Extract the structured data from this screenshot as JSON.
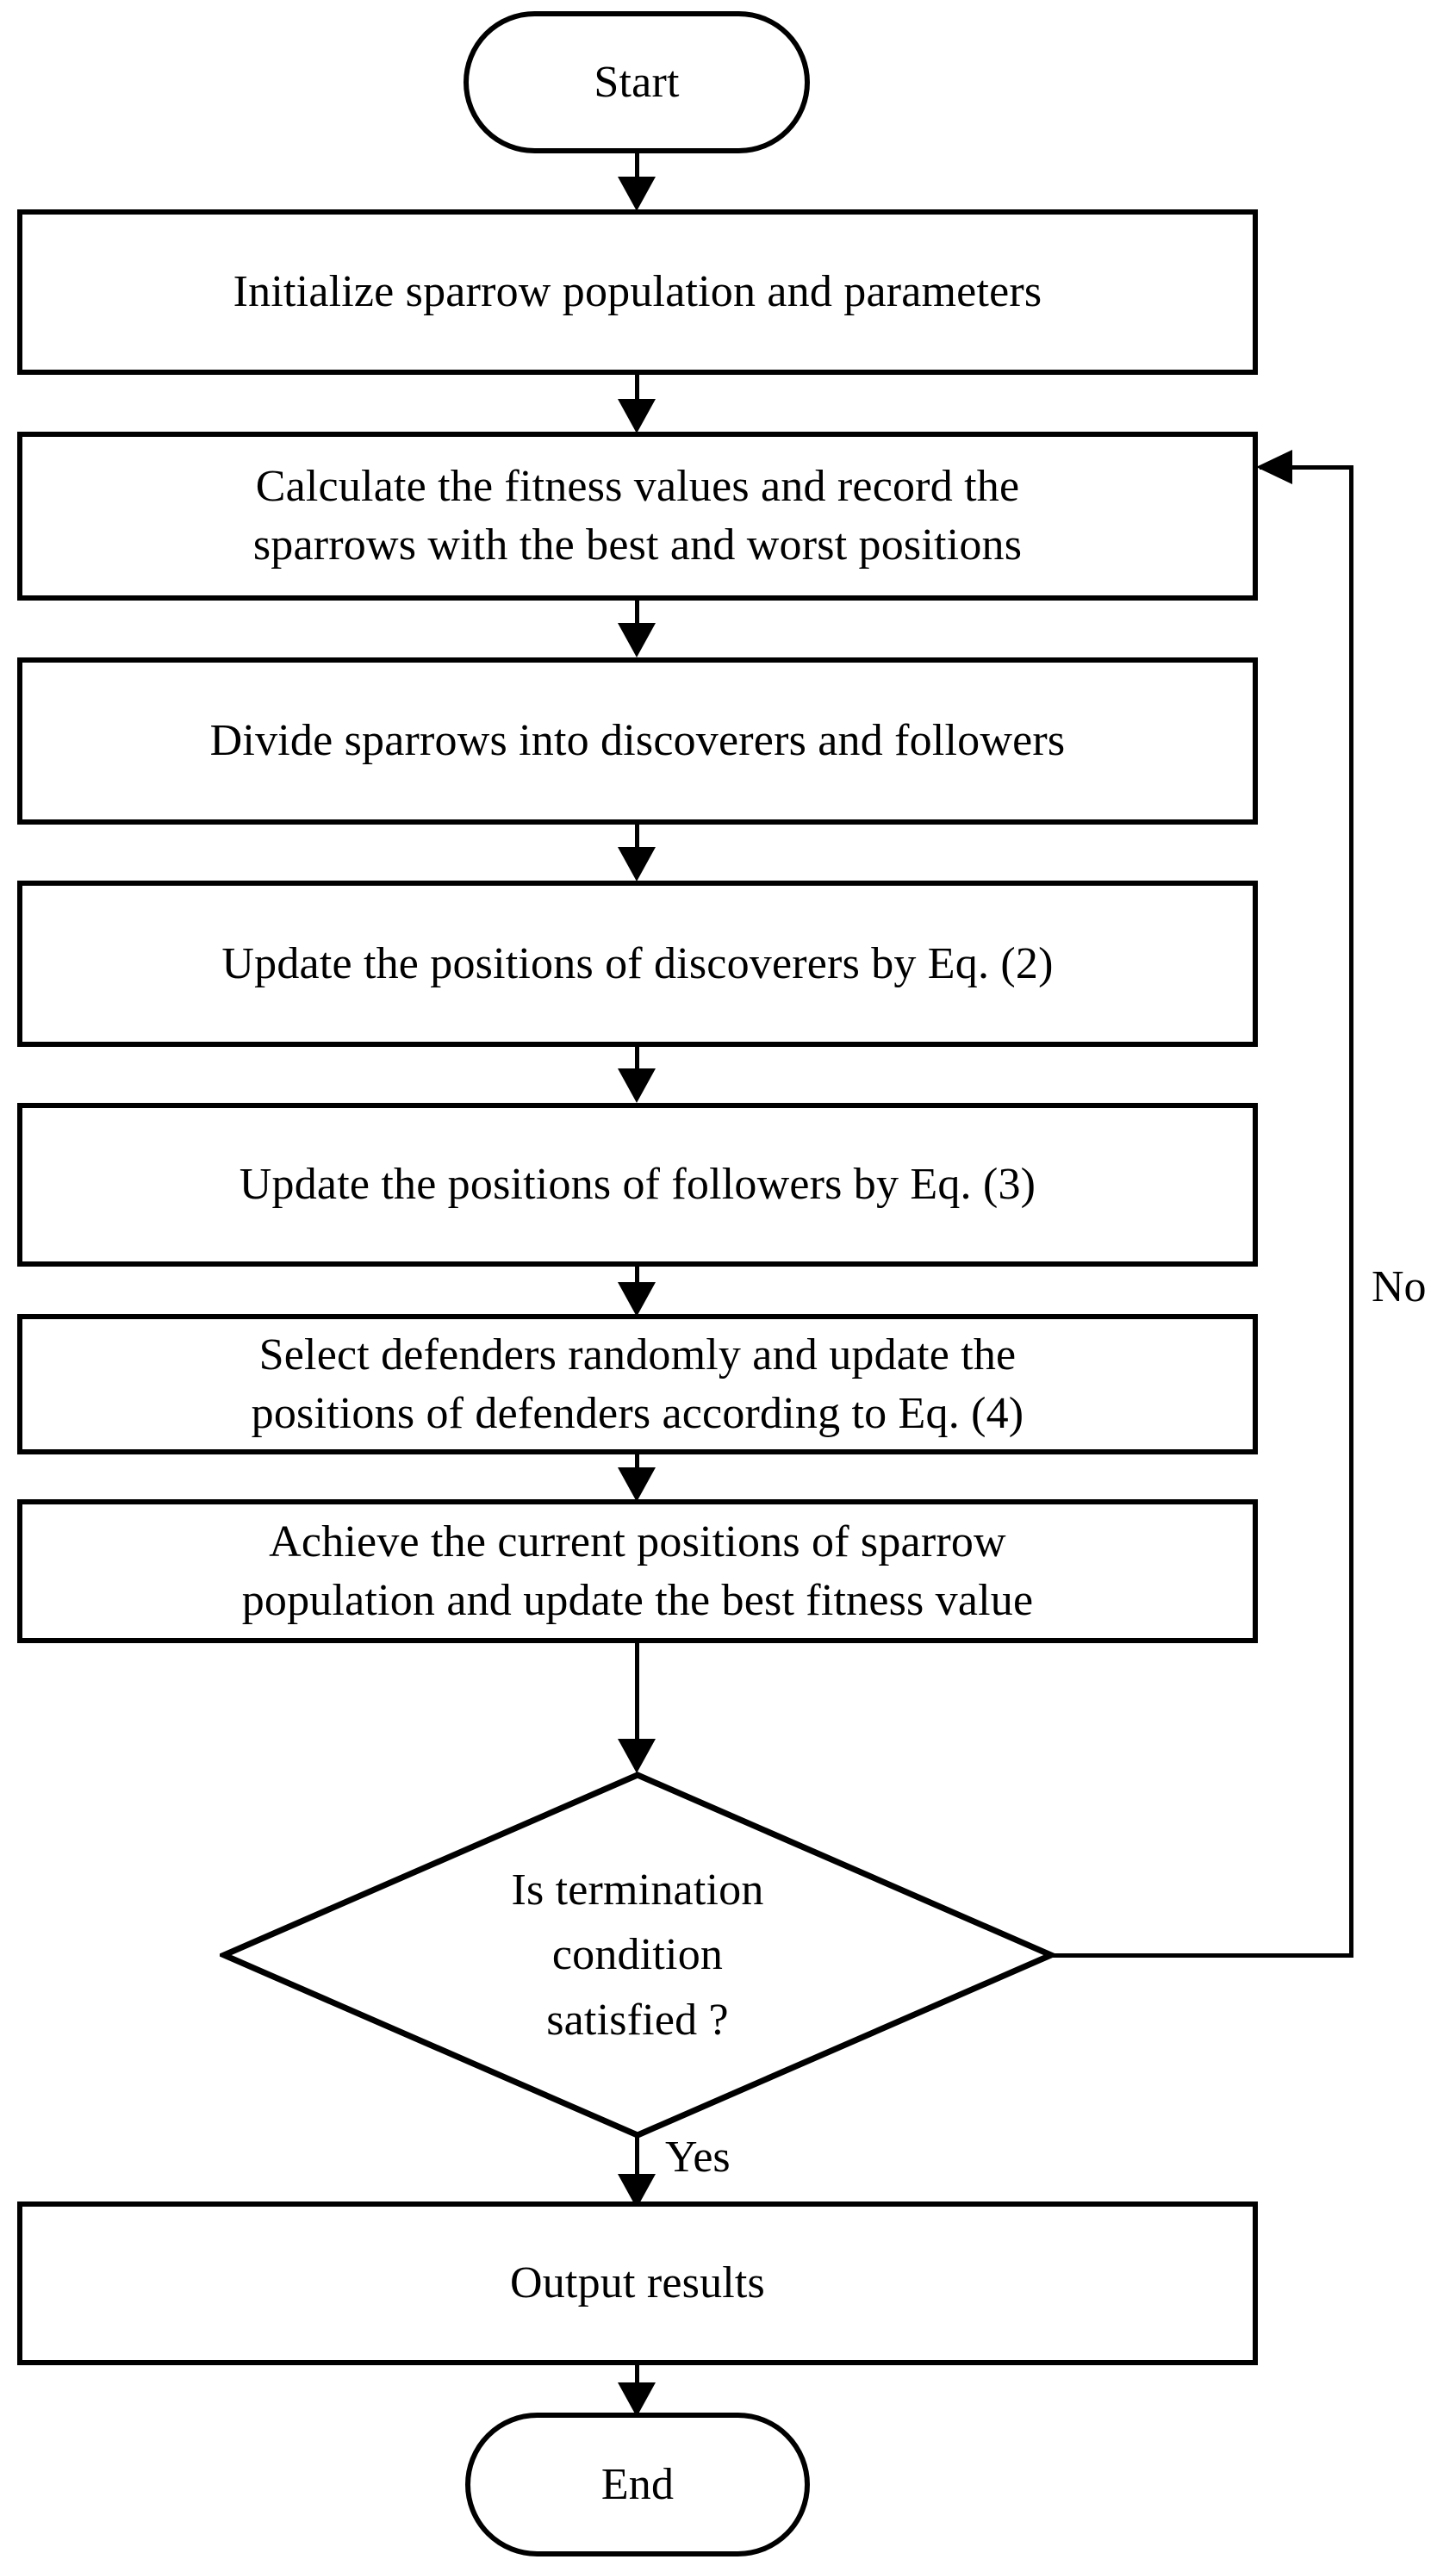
{
  "diagram": {
    "type": "flowchart",
    "title": "Sparrow Search Algorithm flowchart",
    "orientation": "top-to-bottom",
    "colors": {
      "stroke": "#000000",
      "fill": "#ffffff",
      "text": "#000000"
    }
  },
  "nodes": {
    "start": {
      "shape": "terminator",
      "label": "Start"
    },
    "initialize": {
      "shape": "process",
      "label": "Initialize sparrow population and parameters"
    },
    "calculate_fitness": {
      "shape": "process",
      "label": "Calculate the fitness values and record the\nsparrows with the best and worst positions"
    },
    "divide": {
      "shape": "process",
      "label": "Divide sparrows into discoverers and followers"
    },
    "update_discoverers": {
      "shape": "process",
      "label": "Update the positions of discoverers by Eq. (2)"
    },
    "update_followers": {
      "shape": "process",
      "label": "Update the positions of followers by Eq. (3)"
    },
    "select_defenders": {
      "shape": "process",
      "label": "Select defenders randomly and update the\npositions of defenders according to Eq. (4)"
    },
    "achieve_positions": {
      "shape": "process",
      "label": "Achieve the current positions of sparrow\npopulation and update the best fitness value"
    },
    "termination": {
      "shape": "decision",
      "label": "Is termination\ncondition\nsatisfied ?"
    },
    "output": {
      "shape": "process",
      "label": "Output results"
    },
    "end": {
      "shape": "terminator",
      "label": "End"
    }
  },
  "edges": {
    "no_branch": {
      "label": "No",
      "from": "termination",
      "to": "calculate_fitness"
    },
    "yes_branch": {
      "label": "Yes",
      "from": "termination",
      "to": "output"
    }
  }
}
